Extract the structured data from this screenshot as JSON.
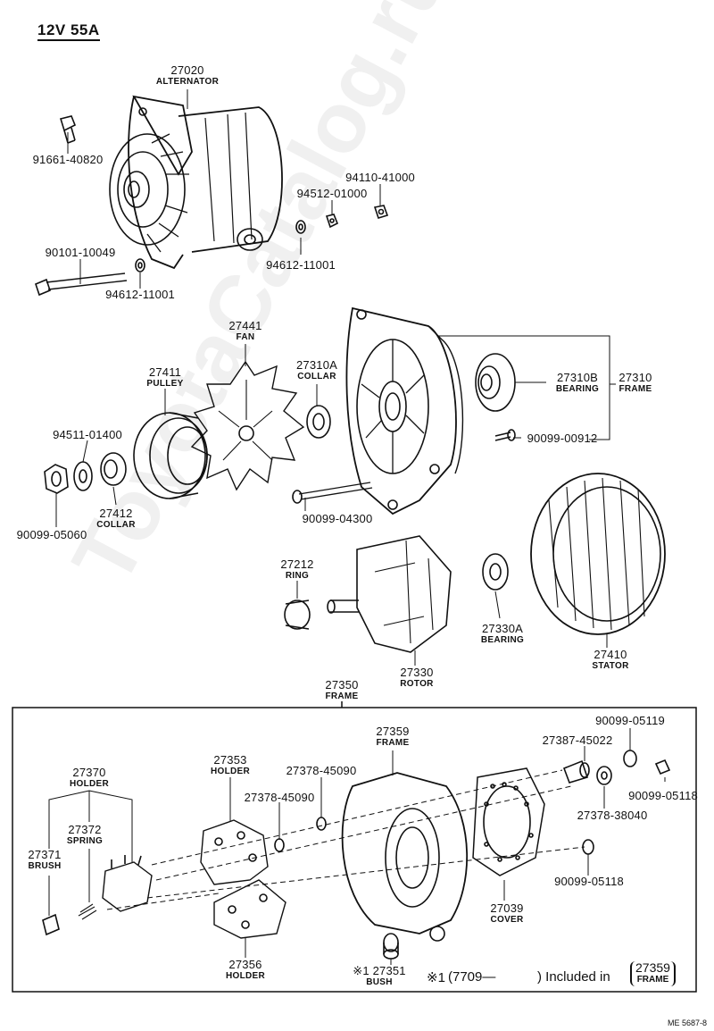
{
  "title": "12V 55A",
  "watermark": "ToyotaCatalog.ru",
  "reference": "ME 5687-8",
  "parts": {
    "p27020": {
      "num": "27020",
      "name": "ALTERNATOR"
    },
    "p91661": {
      "num": "91661-40820"
    },
    "p94110": {
      "num": "94110-41000"
    },
    "p94512": {
      "num": "94512-01000"
    },
    "p94612a": {
      "num": "94612-11001"
    },
    "p90101": {
      "num": "90101-10049"
    },
    "p94612b": {
      "num": "94612-11001"
    },
    "p27441": {
      "num": "27441",
      "name": "FAN"
    },
    "p27411": {
      "num": "27411",
      "name": "PULLEY"
    },
    "p27310A": {
      "num": "27310A",
      "name": "COLLAR"
    },
    "p27310B": {
      "num": "27310B",
      "name": "BEARING"
    },
    "p27310": {
      "num": "27310",
      "name": "FRAME"
    },
    "p94511": {
      "num": "94511-01400"
    },
    "p90099_00912": {
      "num": "90099-00912"
    },
    "p27412": {
      "num": "27412",
      "name": "COLLAR"
    },
    "p90099_05060": {
      "num": "90099-05060"
    },
    "p90099_04300": {
      "num": "90099-04300"
    },
    "p27212": {
      "num": "27212",
      "name": "RING"
    },
    "p27330A": {
      "num": "27330A",
      "name": "BEARING"
    },
    "p27410": {
      "num": "27410",
      "name": "STATOR"
    },
    "p27330": {
      "num": "27330",
      "name": "ROTOR"
    },
    "p27350": {
      "num": "27350",
      "name": "FRAME"
    },
    "p90099_05119": {
      "num": "90099-05119"
    },
    "p27359": {
      "num": "27359",
      "name": "FRAME"
    },
    "p27387": {
      "num": "27387-45022"
    },
    "p27353": {
      "num": "27353",
      "name": "HOLDER"
    },
    "p27378a": {
      "num": "27378-45090"
    },
    "p27378b": {
      "num": "27378-45090"
    },
    "p27370": {
      "num": "27370",
      "name": "HOLDER"
    },
    "p90099_05118a": {
      "num": "90099-05118"
    },
    "p27378c": {
      "num": "27378-38040"
    },
    "p27372": {
      "num": "27372",
      "name": "SPRING"
    },
    "p27371": {
      "num": "27371",
      "name": "BRUSH"
    },
    "p90099_05118b": {
      "num": "90099-05118"
    },
    "p27039": {
      "num": "27039",
      "name": "COVER"
    },
    "p27356": {
      "num": "27356",
      "name": "HOLDER"
    },
    "p27351": {
      "num": "※1 27351",
      "name": "BUSH"
    }
  },
  "footnote": {
    "mark": "※1",
    "range": "(7709—",
    "included": ") Included in",
    "boxed_num": "27359",
    "boxed_name": "FRAME"
  }
}
